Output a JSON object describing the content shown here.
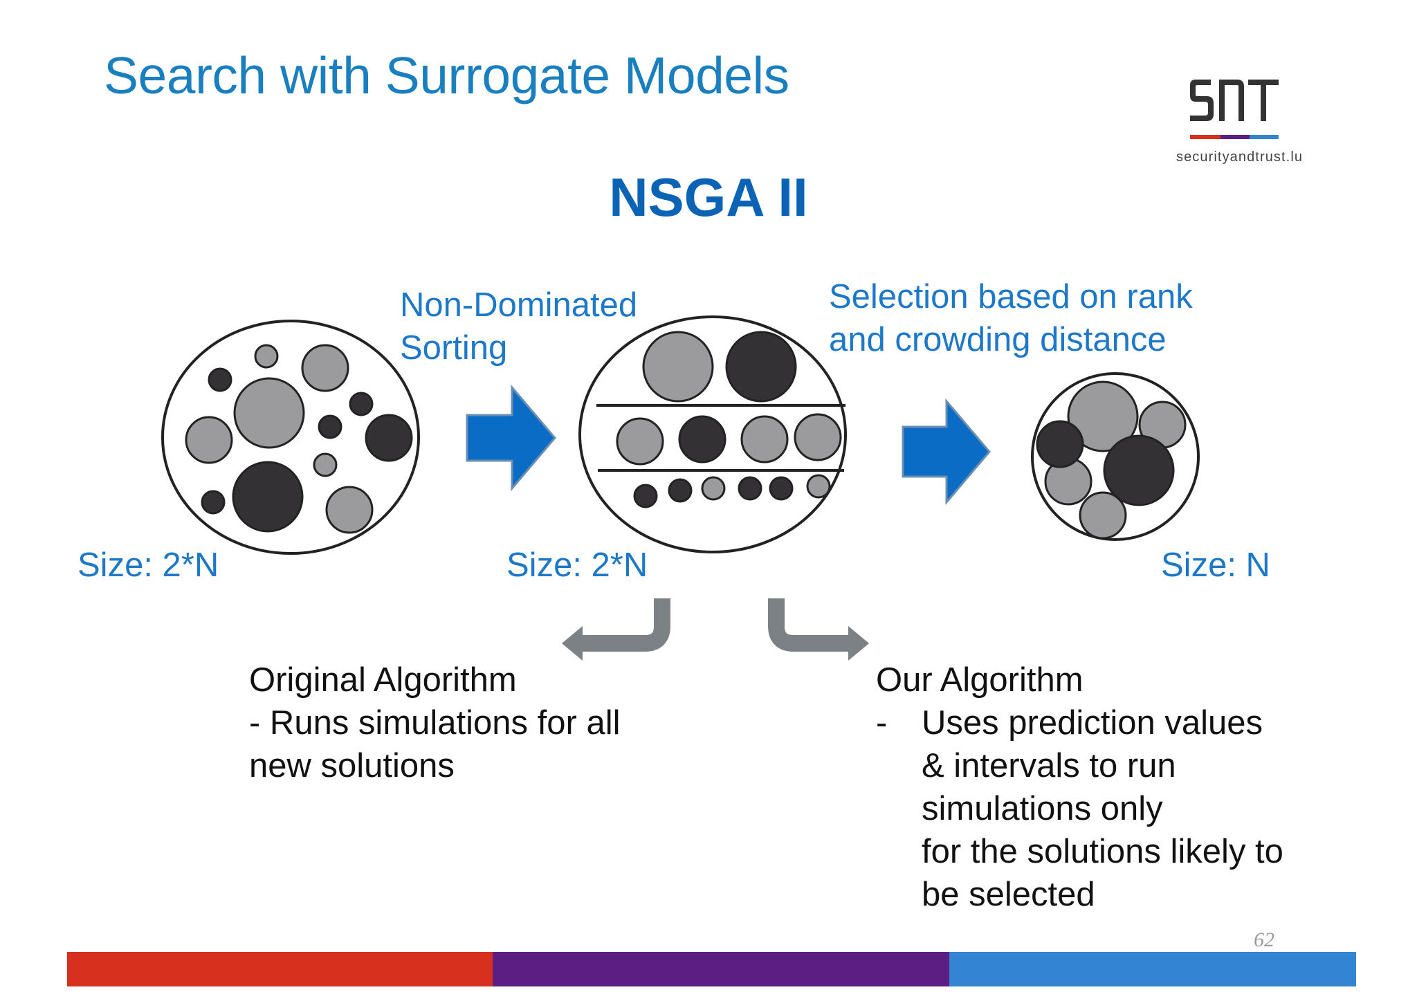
{
  "slide": {
    "title": "Search with Surrogate Models",
    "logo_text": "securityandtrust.lu",
    "heading": "NSGA II",
    "slide_number": "62"
  },
  "diagram": {
    "sorting_label_line1": "Non-Dominated",
    "sorting_label_line2": "Sorting",
    "selection_label_line1": "Selection based on rank",
    "selection_label_line2": "and crowding distance",
    "size_left": "Size: 2*N",
    "size_middle": "Size: 2*N",
    "size_right": "Size: N"
  },
  "original": {
    "title": "Original Algorithm",
    "line1": "- Runs simulations for all",
    "line2": "new solutions"
  },
  "ours": {
    "title": "Our Algorithm",
    "dash": "-",
    "line1": "Uses prediction values",
    "line2": "& intervals to run",
    "line3": "simulations only",
    "line4": "for the solutions likely to",
    "line5": "be selected"
  },
  "colors": {
    "title_blue": "#1a7fbe",
    "heading_blue": "#0b63b5",
    "label_blue": "#1e78c8",
    "arrow_blue": "#0a6cc4",
    "arrow_gray": "#7b8184",
    "circle_gray": "#9b9a9c",
    "circle_dark": "#333134",
    "bar_red": "#d8301e",
    "bar_purple": "#5d1e83",
    "bar_blue": "#3384d2"
  }
}
